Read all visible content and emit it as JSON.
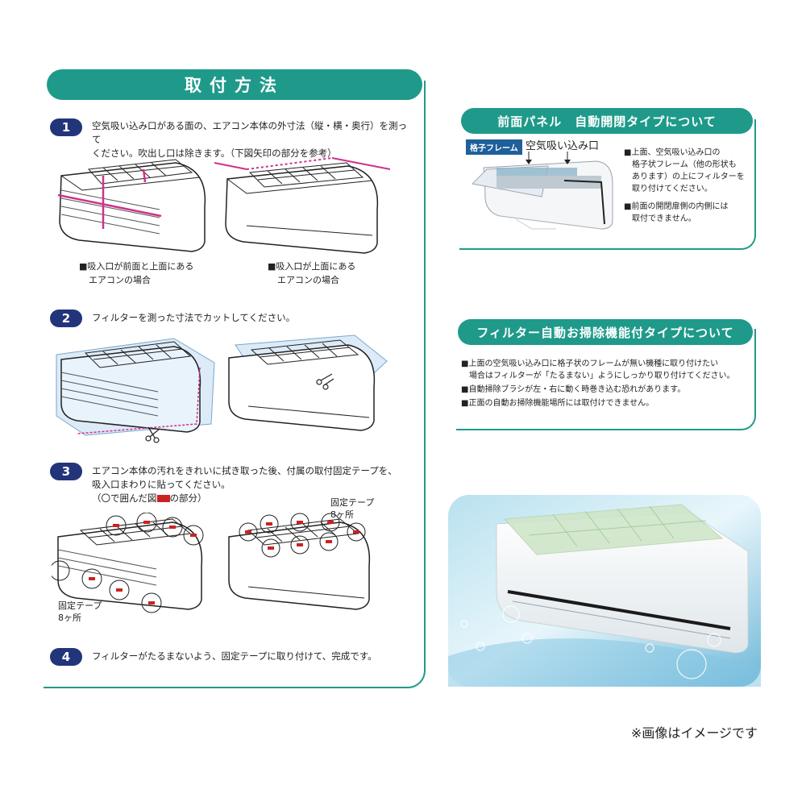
{
  "header": {
    "title": "取付方法"
  },
  "steps": [
    {
      "number": "1",
      "text_line1": "空気吸い込み口がある面の、エアコン本体の外寸法（縦・横・奥行）を測って",
      "text_line2": "ください。吹出し口は除きます。（下図矢印の部分を参考）"
    },
    {
      "number": "2",
      "text_line1": "フィルターを測った寸法でカットしてください。"
    },
    {
      "number": "3",
      "text_line1": "エアコン本体の汚れをきれいに拭き取った後、付属の取付固定テープを、",
      "text_line2": "吸入口まわりに貼ってください。",
      "text_line3_prefix": "（〇で囲んだ図",
      "text_line3_suffix": "の部分）"
    },
    {
      "number": "4",
      "text_line1": "フィルターがたるまないよう、固定テープに取り付けて、完成です。"
    }
  ],
  "step1_captions": {
    "left_line1": "■吸入口が前面と上面にある",
    "left_line2": "エアコンの場合",
    "right_line1": "■吸入口が上面にある",
    "right_line2": "エアコンの場合"
  },
  "step3_labels": {
    "left_line1": "固定テープ",
    "left_line2": "8ヶ所",
    "right_line1": "固定テープ",
    "right_line2": "8ヶ所"
  },
  "panel_auto": {
    "title": "前面パネル　自動開閉タイプについて",
    "grid_frame_label": "格子フレーム",
    "air_intake_label": "空気吸い込み口",
    "notes": [
      "■上面、空気吸い込み口の",
      "格子状フレーム（他の形状も",
      "あります）の上にフィルターを",
      "取り付けてください。",
      "■前面の開閉扉側の内側には",
      "取付できません。"
    ]
  },
  "panel_cleaning": {
    "title": "フィルター自動お掃除機能付タイプについて",
    "notes": [
      "■上面の空気吸い込み口に格子状のフレームが無い機種に取り付けたい",
      "場合はフィルターが「たるまない」ようにしっかり取り付けてください。",
      "■自動掃除ブラシが左・右に動く時巻き込む恐れがあります。",
      "■正面の自動お掃除機能場所には取付けできません。"
    ]
  },
  "footer": {
    "note": "※画像はイメージです"
  },
  "colors": {
    "teal": "#1f9a8a",
    "navy": "#23357a",
    "magenta": "#d0328a",
    "red": "#cc2222"
  }
}
